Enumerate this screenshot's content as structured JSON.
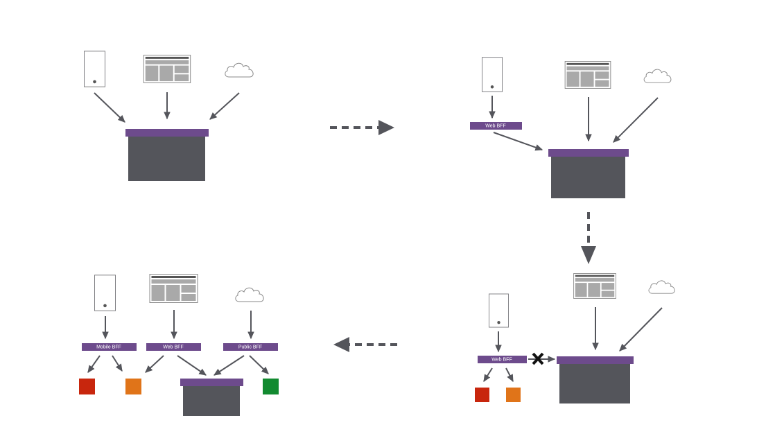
{
  "labels": {
    "p2_web_bff": "Web BFF",
    "p4_web_bff": "Web BFF",
    "p3_mobile_bff": "Mobile BFF",
    "p3_web_bff": "Web BFF",
    "p3_public_bff": "Public BFF"
  },
  "icons": {
    "client_mobile": "mobile-device-icon",
    "client_web": "web-browser-icon",
    "client_third_party": "cloud-icon",
    "blocked": "x-mark-icon"
  },
  "colors": {
    "bff_bar": "#6d4b8c",
    "monolith": "#54555b",
    "arrow": "#54555b",
    "service_red": "#c8260d",
    "service_orange": "#e07419",
    "service_green": "#128a30"
  }
}
